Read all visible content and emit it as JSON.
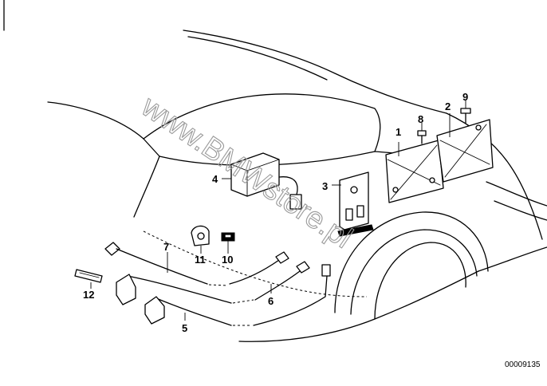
{
  "diagram": {
    "reference_code": "00009135",
    "watermark": "www.BMWstore.pl",
    "callouts": {
      "1": "1",
      "2": "2",
      "3": "3",
      "4": "4",
      "5": "5",
      "6": "6",
      "7": "7",
      "8": "8",
      "9": "9",
      "10": "10",
      "11": "11",
      "12": "12"
    }
  }
}
